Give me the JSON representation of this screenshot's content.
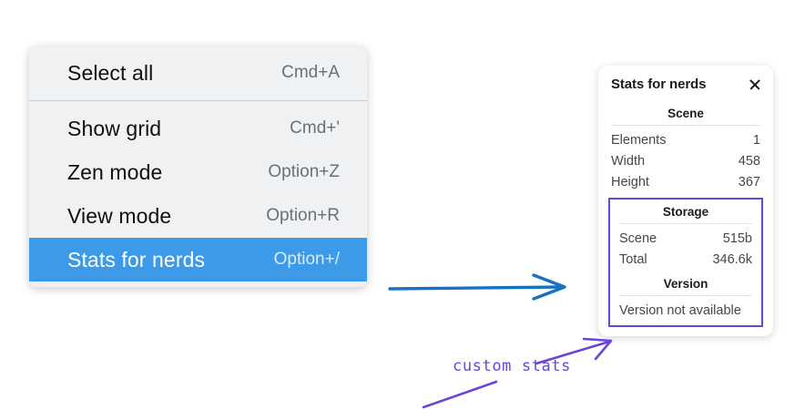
{
  "canvas": {
    "background": "#ffffff",
    "accent_blue": "#3c9ae8",
    "arrow_blue": "#1971c2",
    "annotation_purple": "#6a45d6"
  },
  "context_menu": {
    "name": "context-menu",
    "sections": [
      {
        "items": [
          {
            "label": "Select all",
            "shortcut": "Cmd+A",
            "selected": false
          }
        ]
      },
      {
        "items": [
          {
            "label": "Show grid",
            "shortcut": "Cmd+'",
            "selected": false
          },
          {
            "label": "Zen mode",
            "shortcut": "Option+Z",
            "selected": false
          },
          {
            "label": "View mode",
            "shortcut": "Option+R",
            "selected": false
          },
          {
            "label": "Stats for nerds",
            "shortcut": "Option+/",
            "selected": true
          }
        ]
      }
    ]
  },
  "stats_panel": {
    "title": "Stats for nerds",
    "close_icon": "close-icon",
    "scene": {
      "heading": "Scene",
      "rows": [
        {
          "key": "Elements",
          "value": "1"
        },
        {
          "key": "Width",
          "value": "458"
        },
        {
          "key": "Height",
          "value": "367"
        }
      ]
    },
    "storage": {
      "heading": "Storage",
      "rows": [
        {
          "key": "Scene",
          "value": "515b"
        },
        {
          "key": "Total",
          "value": "346.6k"
        }
      ]
    },
    "version": {
      "heading": "Version",
      "text": "Version not available"
    }
  },
  "annotations": {
    "custom_stats_label": "custom stats",
    "arrow_menu_to_panel": "blue-arrow-right",
    "arrow_note_to_panel": "purple-arrow-up-right",
    "stroke_under_note": "purple-diagonal-stroke"
  }
}
